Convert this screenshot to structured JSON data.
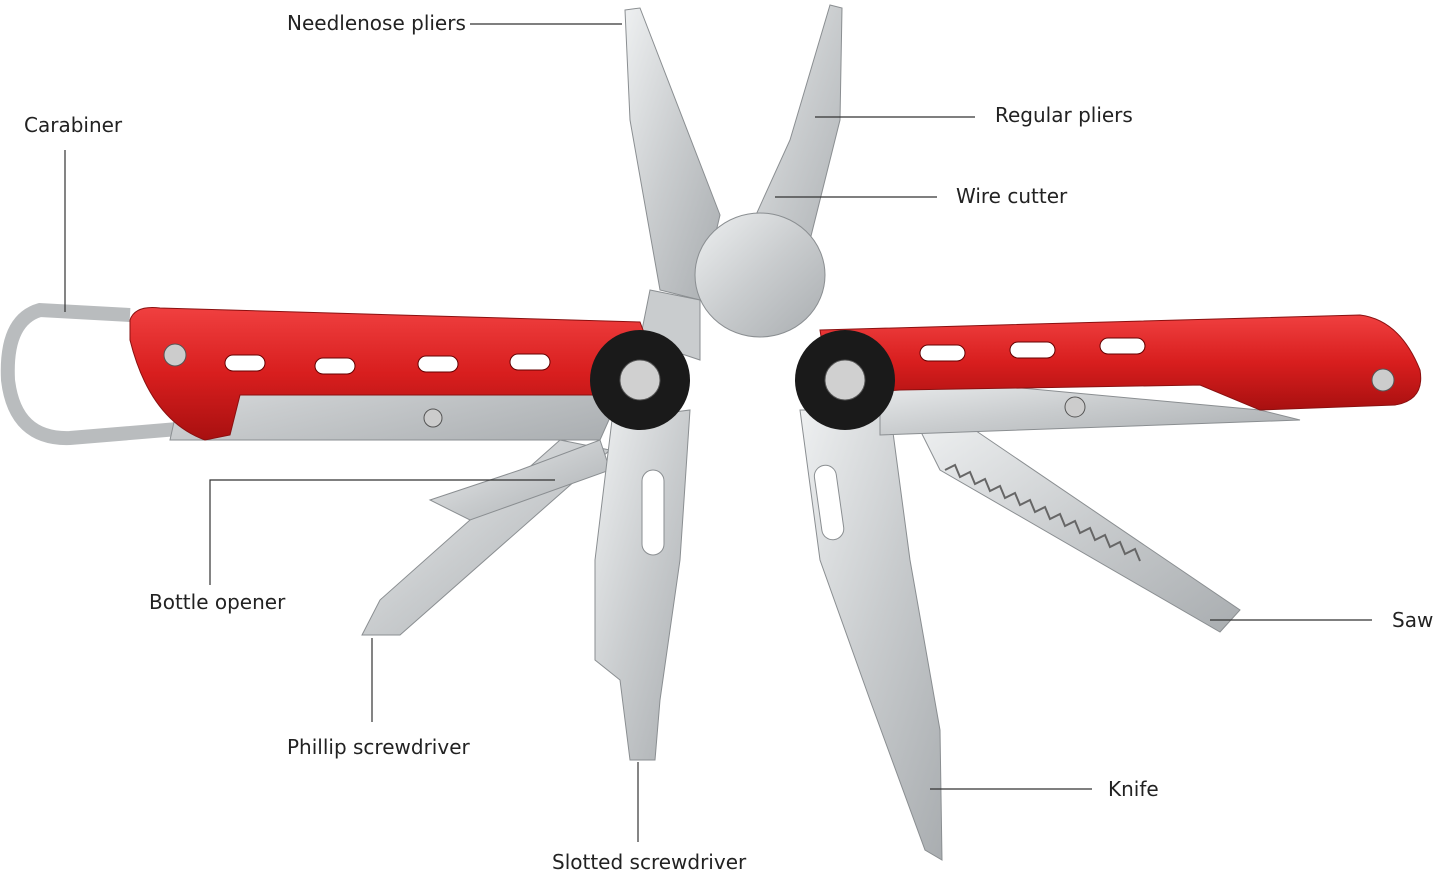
{
  "labels": {
    "needlenose_pliers": "Needlenose pliers",
    "regular_pliers": "Regular pliers",
    "wire_cutter": "Wire cutter",
    "carabiner": "Carabiner",
    "bottle_opener": "Bottle opener",
    "phillip_screwdriver": "Phillip screwdriver",
    "slotted_screwdriver": "Slotted screwdriver",
    "saw": "Saw",
    "knife": "Knife"
  },
  "colors": {
    "handle": "#d81e1e",
    "steel": "#d4d6d8",
    "steel_dark": "#9a9ea2",
    "pivot": "#1a1a1a",
    "leader_line": "#333333"
  }
}
